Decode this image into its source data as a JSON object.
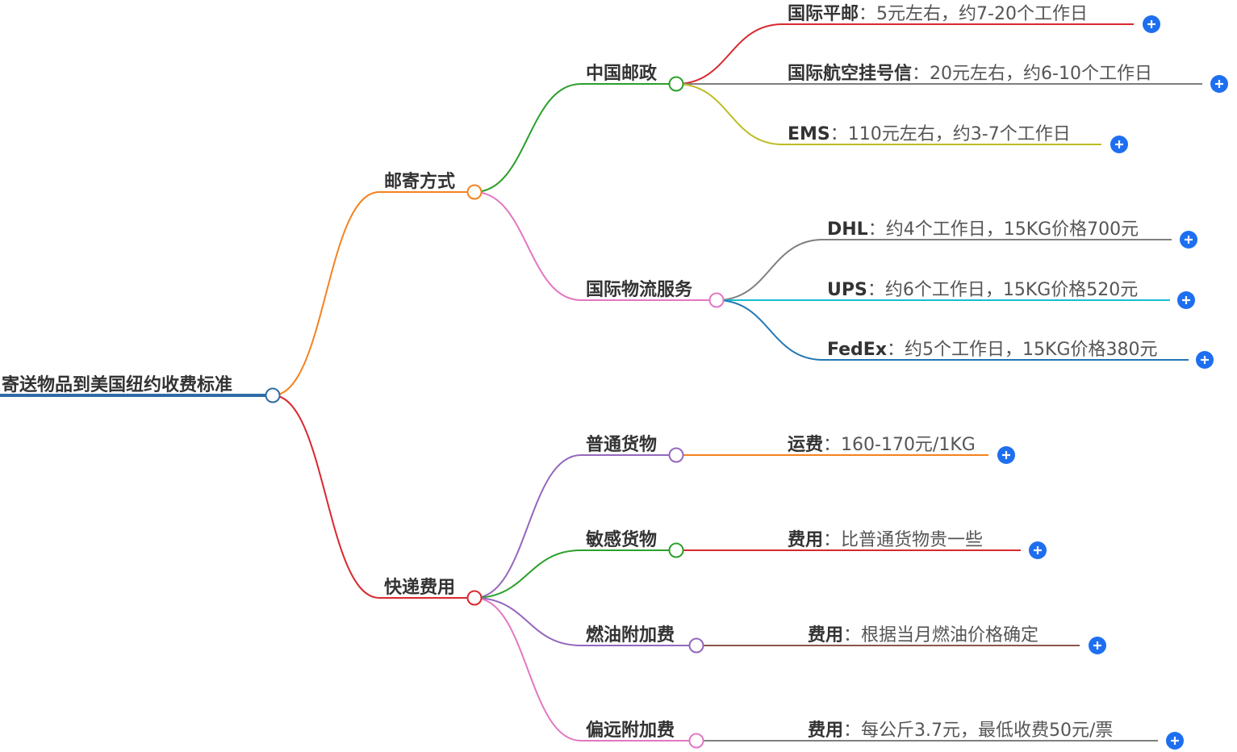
{
  "root": {
    "label": "寄送物品到美国纽约收费标准"
  },
  "branches": [
    {
      "label": "邮寄方式",
      "children": [
        {
          "label": "中国邮政",
          "leaves": [
            {
              "key": "国际平邮",
              "value": "：5元左右，约7-20个工作日"
            },
            {
              "key": "国际航空挂号信",
              "value": "：20元左右，约6-10个工作日"
            },
            {
              "key": "EMS",
              "value": "：110元左右，约3-7个工作日"
            }
          ]
        },
        {
          "label": "国际物流服务",
          "leaves": [
            {
              "key": "DHL",
              "value": "：约4个工作日，15KG价格700元"
            },
            {
              "key": "UPS",
              "value": "：约6个工作日，15KG价格520元"
            },
            {
              "key": "FedEx",
              "value": "：约5个工作日，15KG价格380元"
            }
          ]
        }
      ]
    },
    {
      "label": "快递费用",
      "children": [
        {
          "label": "普通货物",
          "leaves": [
            {
              "key": "运费",
              "value": "：160-170元/1KG"
            }
          ]
        },
        {
          "label": "敏感货物",
          "leaves": [
            {
              "key": "费用",
              "value": "：比普通货物贵一些"
            }
          ]
        },
        {
          "label": "燃油附加费",
          "leaves": [
            {
              "key": "费用",
              "value": "：根据当月燃油价格确定"
            }
          ]
        },
        {
          "label": "偏远附加费",
          "leaves": [
            {
              "key": "费用",
              "value": "：每公斤3.7元，最低收费50元/票"
            }
          ]
        }
      ]
    }
  ],
  "colors": {
    "root_line": "#2e6ca4",
    "branch_mail": "#f5821f",
    "branch_fee": "#d9282f",
    "child_post": "#2ca02c",
    "child_logistics": "#e377c2",
    "child_normal": "#9467bd",
    "child_sensitive": "#2ca02c",
    "child_fuel": "#9467bd",
    "child_remote": "#e377c2",
    "leaf_pingyou": "#d9282f",
    "leaf_hangkong": "#7f7f7f",
    "leaf_ems": "#bcbd22",
    "leaf_dhl": "#7f7f7f",
    "leaf_ups": "#17becf",
    "leaf_fedex": "#1f77b4",
    "leaf_normal": "#f5821f",
    "leaf_sensitive": "#d9282f",
    "leaf_fuel": "#8c564b",
    "leaf_remote": "#7f7f7f",
    "expand_button": "#1e6ff0"
  },
  "icons": {
    "expand": "plus-icon"
  }
}
